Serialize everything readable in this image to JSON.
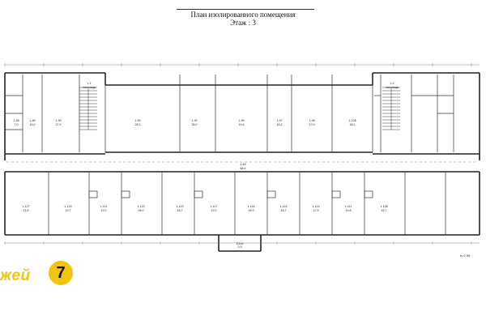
{
  "header": {
    "title": "План изолированного помещения",
    "subtitle": "Этаж : 3"
  },
  "logo": {
    "text": "жей",
    "badge": "7",
    "color": "#f1c40f"
  },
  "scale_note": "h=2.95",
  "rooms_top": [
    {
      "id": "1-88",
      "area": "7.0"
    },
    {
      "id": "1-89",
      "area": "16.0"
    },
    {
      "id": "1-90",
      "area": "27.9"
    },
    {
      "id": "1-93",
      "area": "28.3"
    },
    {
      "id": "1-92",
      "area": "28.0"
    },
    {
      "id": "1-95",
      "area": "19.6"
    },
    {
      "id": "1-97",
      "area": "18.2"
    },
    {
      "id": "1-98",
      "area": "17.0"
    },
    {
      "id": "1-106",
      "area": "18.2"
    }
  ],
  "rooms_bottom": [
    {
      "id": "1-127",
      "area": "21.6"
    },
    {
      "id": "1-124",
      "area": "19.7"
    },
    {
      "id": "1-121",
      "area": "19.2"
    },
    {
      "id": "1-122",
      "area": "18.0"
    },
    {
      "id": "1-119",
      "area": "18.7"
    },
    {
      "id": "1-117",
      "area": "19.2"
    },
    {
      "id": "1-116",
      "area": "18.9"
    },
    {
      "id": "1-115",
      "area": "18.7"
    },
    {
      "id": "1-113",
      "area": "17.5"
    },
    {
      "id": "1-111",
      "area": "19.8"
    },
    {
      "id": "1-108",
      "area": "18.7"
    }
  ],
  "corridor": {
    "id": "1-83",
    "area": "68.4"
  },
  "stair_left": {
    "id": "1-1",
    "label": "лестница"
  },
  "stair_right": {
    "id": "1-2",
    "label": "лестница"
  },
  "wc": {
    "id": "1-116",
    "area": "3.9"
  }
}
